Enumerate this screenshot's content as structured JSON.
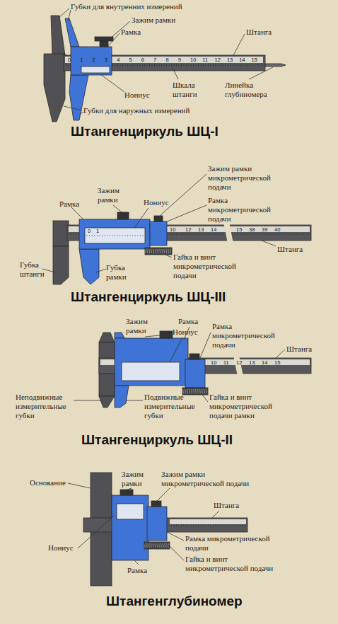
{
  "diagram": {
    "labels": [
      "Губки для внутренних измерений",
      "Зажим рамки",
      "Рамка",
      "Штанга",
      "Нониус",
      "Шкала штанги",
      "Линейка глубиномера",
      "Губки для наружных измерений",
      "Штангенциркуль ШЦ-I",
      "0",
      "1",
      "2",
      "3",
      "4",
      "5",
      "6",
      "7",
      "8",
      "9",
      "10",
      "11",
      "12",
      "13",
      "14",
      "15",
      "Зажим рамки микрометрической подачи",
      "Зажим рамки",
      "Рамка",
      "Нониус",
      "Рамка микрометрической подачи",
      "Штанга",
      "Гайка и винт микрометрической подачи",
      "Губка штанги",
      "Губка рамки",
      "Штангенциркуль ШЦ-III",
      "0",
      "1",
      "10",
      "12",
      "13",
      "14",
      "15",
      "38",
      "39",
      "40",
      "Зажим рамки",
      "Рамка",
      "Нониус",
      "Рамка микрометрической подачи",
      "Штанга",
      "Неподвижные измерительные губки",
      "Подвижные измерительные губки",
      "Гайка и винт микрометрической подачи рамки",
      "Штангенциркуль ШЦ-II",
      "10",
      "11",
      "12",
      "13",
      "14",
      "15",
      "Основание",
      "Зажим рамки",
      "Зажим рамки микрометрической подачи",
      "Штанга",
      "Нониус",
      "Рамка",
      "Рамка микрометрической подачи",
      "Гайка и винт микрометрической подачи",
      "Штангенглубиномер"
    ]
  }
}
